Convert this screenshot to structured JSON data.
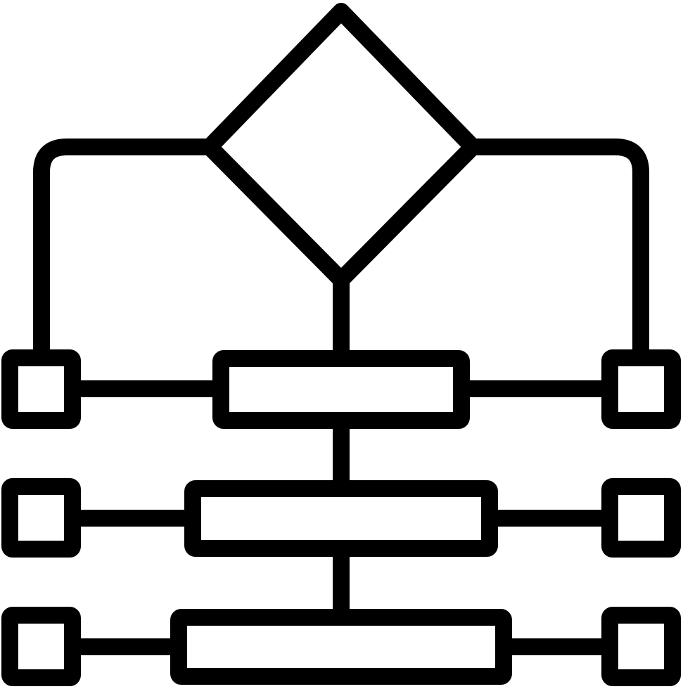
{
  "icon": {
    "name": "flowchart-icon",
    "style": "outline",
    "stroke_color": "#000000",
    "background_color": "#ffffff"
  },
  "diagram": {
    "decision_node": {
      "shape": "diamond"
    },
    "process_nodes": [
      {
        "shape": "rectangle",
        "row": 1
      },
      {
        "shape": "rectangle",
        "row": 2
      },
      {
        "shape": "rectangle",
        "row": 3
      }
    ],
    "side_nodes": [
      {
        "shape": "square",
        "side": "left",
        "row": 1
      },
      {
        "shape": "square",
        "side": "right",
        "row": 1
      },
      {
        "shape": "square",
        "side": "left",
        "row": 2
      },
      {
        "shape": "square",
        "side": "right",
        "row": 2
      },
      {
        "shape": "square",
        "side": "left",
        "row": 3
      },
      {
        "shape": "square",
        "side": "right",
        "row": 3
      }
    ]
  }
}
